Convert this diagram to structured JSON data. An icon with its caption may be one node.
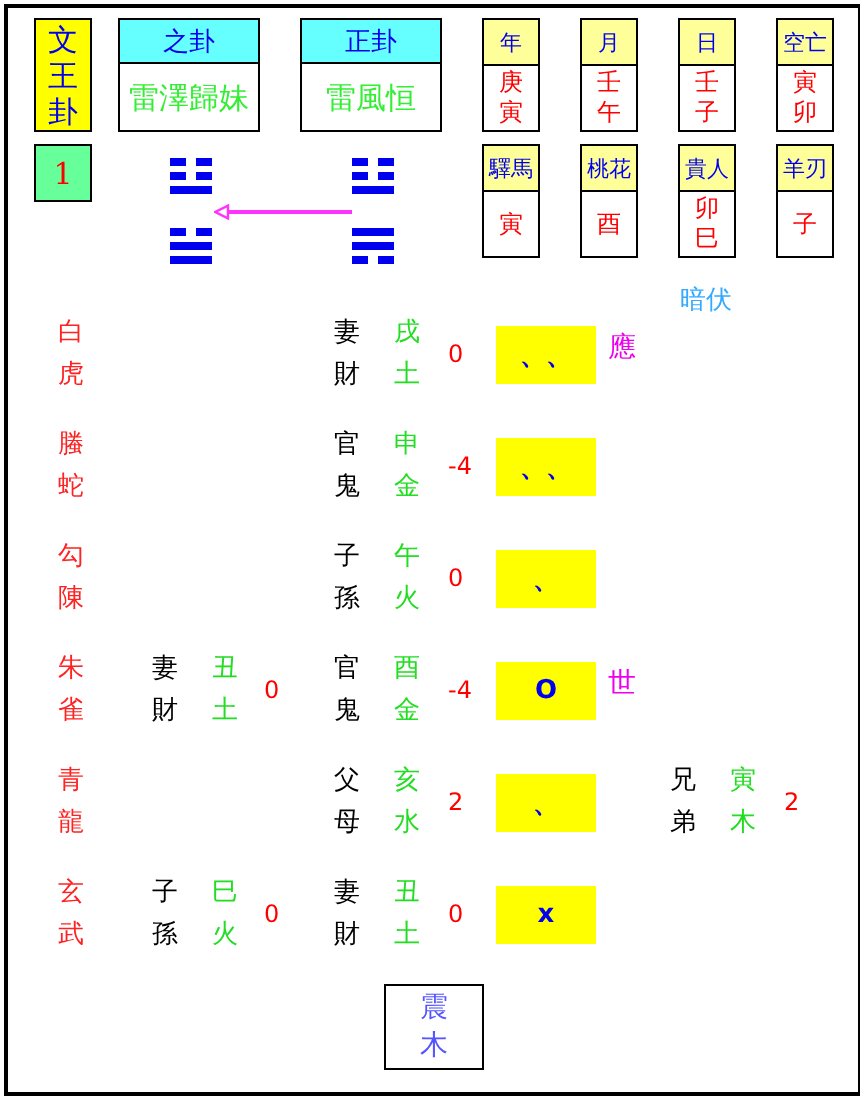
{
  "diagram": {
    "nodes": [
      {
        "text": [
          "文王卦"
        ]
      },
      {
        "text": [
          "之卦",
          "雷澤歸妹"
        ]
      },
      {
        "text": [
          "正卦",
          "雷風恒"
        ]
      },
      {
        "text": [
          "年",
          "庚寅"
        ]
      },
      {
        "text": [
          "月",
          "壬午"
        ]
      },
      {
        "text": [
          "日",
          "壬子"
        ]
      },
      {
        "text": [
          "空亡",
          "寅卯"
        ]
      },
      {
        "text": [
          "1"
        ]
      },
      {
        "text": [],
        "shape": "picture"
      },
      {
        "text": [],
        "shape": "picture"
      },
      {
        "text": [
          "驛馬",
          "寅"
        ]
      },
      {
        "text": [
          "桃花",
          "酉"
        ]
      },
      {
        "text": [
          "貴人",
          "卯巳"
        ]
      },
      {
        "text": [
          "羊刃",
          "子"
        ]
      },
      {
        "text": [
          "、、"
        ],
        "beside": [
          "應"
        ]
      },
      {
        "text": [
          "、、"
        ]
      },
      {
        "text": [
          "、"
        ]
      },
      {
        "text": [
          "O"
        ],
        "beside": [
          "世"
        ]
      },
      {
        "text": [
          "、"
        ]
      },
      {
        "text": [
          "x"
        ]
      },
      {
        "text": [
          "震木"
        ]
      }
    ],
    "edges": [
      {
        "from": 9,
        "to": 8,
        "arrow": "to"
      }
    ],
    "labels": [
      "暗伏",
      "白虎",
      "妻財",
      "戌土",
      "0",
      "螣蛇",
      "官鬼",
      "申金",
      "-4",
      "勾陳",
      "子孫",
      "午火",
      "0",
      "朱雀",
      "妻財",
      "丑土",
      "0",
      "官鬼",
      "酉金",
      "-4",
      "青龍",
      "父母",
      "亥水",
      "2",
      "兄弟",
      "寅木",
      "2",
      "玄武",
      "子孫",
      "巳火",
      "0",
      "妻財",
      "丑土",
      "0"
    ]
  }
}
